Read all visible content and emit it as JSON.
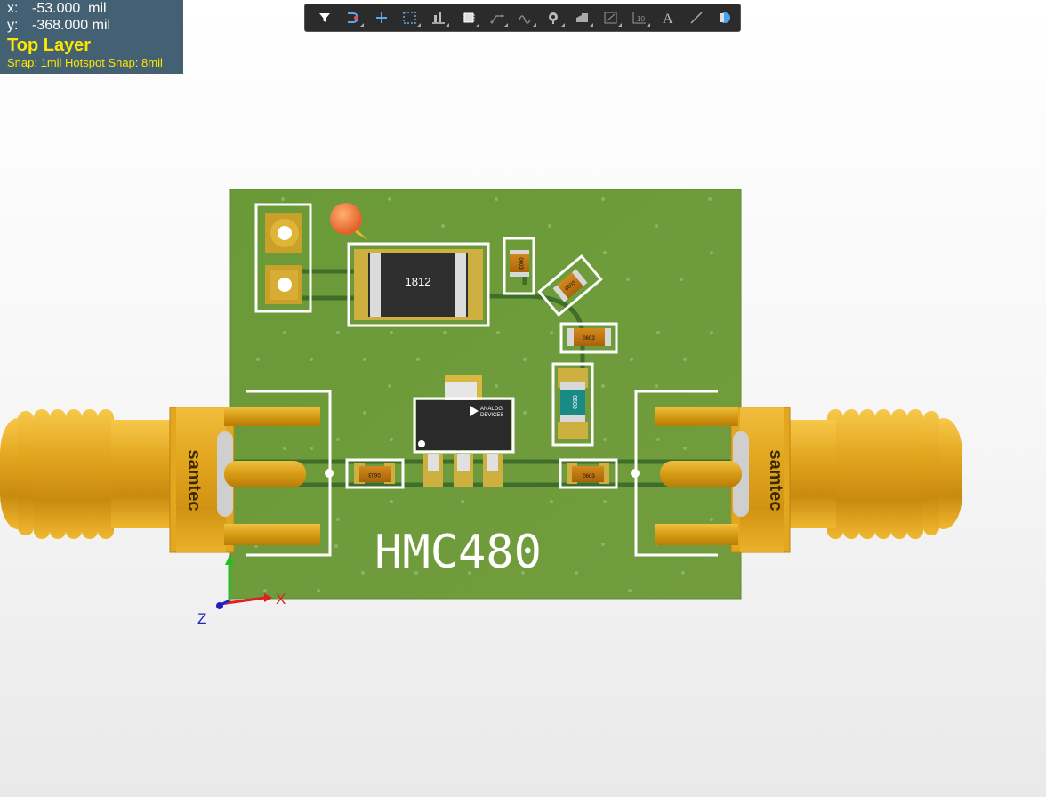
{
  "hud": {
    "x_label": "x:",
    "x_value": "-53.000  mil",
    "y_label": "y:",
    "y_value": "-368.000 mil",
    "layer": "Top Layer",
    "snap": "Snap: 1mil Hotspot Snap: 8mil"
  },
  "toolbar": {
    "tools": [
      {
        "name": "filter-icon"
      },
      {
        "name": "route-interactive-icon"
      },
      {
        "name": "place-cross-icon"
      },
      {
        "name": "select-rect-icon"
      },
      {
        "name": "align-icon"
      },
      {
        "name": "component-icon"
      },
      {
        "name": "place-track-icon"
      },
      {
        "name": "diff-pair-icon"
      },
      {
        "name": "place-via-icon"
      },
      {
        "name": "polygon-icon"
      },
      {
        "name": "dimension-icon"
      },
      {
        "name": "string-icon"
      },
      {
        "name": "text-icon"
      },
      {
        "name": "line-icon"
      },
      {
        "name": "3d-body-icon"
      }
    ],
    "text_icon_glyph": "A",
    "string_icon_glyph": "10"
  },
  "board": {
    "silk_title": "HMC480",
    "cap_1812_label": "1812",
    "resistor_0603_label": "0603",
    "chip_0603_labels": [
      "0603",
      "0603",
      "0603",
      "0603",
      "0603"
    ],
    "ic_brand_line1": "ANALOG",
    "ic_brand_line2": "DEVICES",
    "connector_brand": "samtec",
    "colors": {
      "board": "#6e9a3a",
      "copper_gold": "#d4a017",
      "silkscreen": "#ffffff",
      "connector": "#e0a51c"
    }
  },
  "axes": {
    "x_label": "X",
    "z_label": "Z"
  }
}
